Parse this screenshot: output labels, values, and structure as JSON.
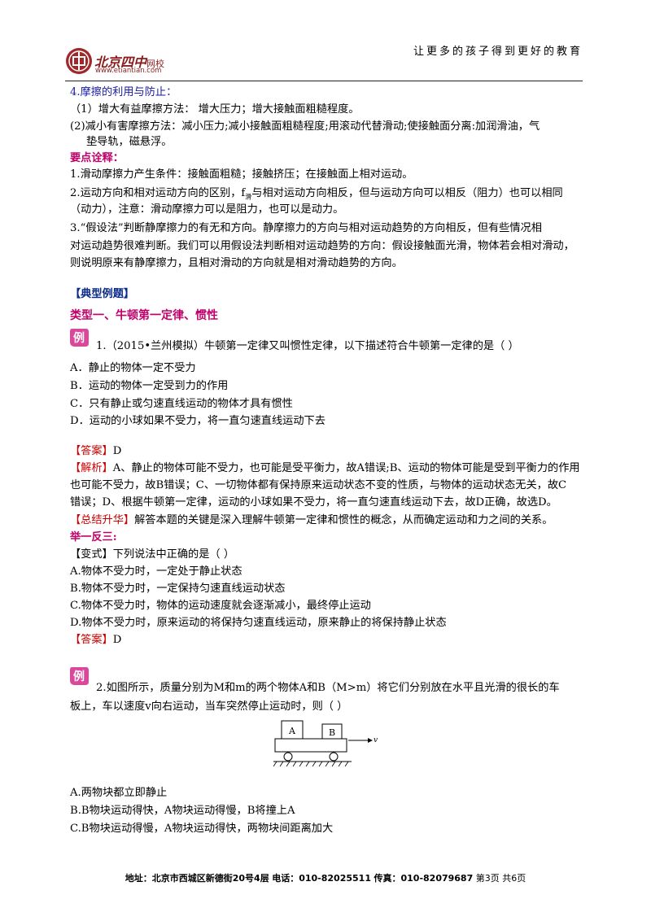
{
  "header": {
    "slogan": "让更多的孩子得到更好的教育",
    "logo_name": "北京四中",
    "logo_wangxiao": "网校",
    "logo_url": "www.etiantian.com",
    "brand_color": "#8a1c1c"
  },
  "section4": {
    "title": "4.摩擦的利用与防止：",
    "item1": "（1）增大有益摩擦方法：  增大压力；增大接触面粗糙程度。",
    "item2a": "(2)减小有害摩擦方法：减小压力;减小接触面粗糙程度;用滚动代替滑动;使接触面分离:加润滑油，气",
    "item2b": "垫导轨，磁悬浮。"
  },
  "keypoints": {
    "title": "要点诠释：",
    "p1": "1.滑动摩擦力产生条件：接触面粗糙；接触挤压；在接触面上相对运动。",
    "p2a_pre": "2.运动方向和相对运动方向的区别，f",
    "p2a_sub": "滑",
    "p2a_post": "与相对运动方向相反，但与运动方向可以相反（阻力）也可以相同",
    "p2b": "（动力），注意：滑动摩擦力可以是阻力，也可以是动力。",
    "p3a": "3.“假设法”判断静摩擦力的有无和方向。静摩擦力的方向与相对运动趋势的方向相反，但有些情况相",
    "p3b": "对运动趋势很难判断。我们可以用假设法判断相对运动趋势的方向：假设接触面光滑，物体若会相对滑动，",
    "p3c": "则说明原来有静摩擦力，且相对滑动的方向就是相对滑动趋势的方向。"
  },
  "examples": {
    "title": "【典型例题】",
    "type1": "类型一、牛顿第一定律、惯性",
    "badge": "例",
    "q1": "1.（2015•兰州模拟）牛顿第一定律又叫惯性定律，以下描述符合牛顿第一定律的是（      ）",
    "q1_options": [
      "A．静止的物体一定不受力",
      "B．运动的物体一定受到力的作用",
      "C．只有静止或匀速直线运动的物体才具有惯性",
      "D．运动的小球如果不受力，将一直匀速直线运动下去"
    ],
    "q1_answer_label": "【答案】",
    "q1_answer": "D",
    "q1_analysis_label": "【解析】",
    "q1_analysis_a": "A、静止的物体可能不受力，也可能是受平衡力，故A错误;B、运动的物体可能是受到平衡力的作用",
    "q1_analysis_b": "也可能不受力，故B错误；C、一切物体都有保持原来运动状态不变的性质，与物体的运动状态无关，故C",
    "q1_analysis_c": "错误；D、根据牛顿第一定律，运动的小球如果不受力，将一直匀速直线运动下去，故D正确，故选D。",
    "q1_summary_label": "【总结升华】",
    "q1_summary": "解答本题的关键是深入理解牛顿第一定律和惯性的概念，从而确定运动和力之间的关系。",
    "jyfs": "举一反三:",
    "bs_label": "【变式】",
    "bs_q": "下列说法中正确的是（      ）",
    "bs_options": [
      "A.物体不受力时，一定处于静止状态",
      "B.物体不受力时，一定保持匀速直线运动状态",
      "C.物体不受力时，物体的运动速度就会逐渐减小，最终停止运动",
      "D.物体不受力时，原来运动的将保持匀速直线运动，原来静止的将保持静止状态"
    ],
    "bs_answer_label": "【答案】",
    "bs_answer": "D",
    "q2a": "2.如图所示，质量分别为M和m的两个物体A和B（M>m）将它们分别放在水平且光滑的很长的车",
    "q2b": "板上，车以速度v向右运动，当车突然停止运动时，则（      ）",
    "fig_label_a": "A",
    "fig_label_b": "B",
    "fig_label_v": "v",
    "q2_options": [
      "A.两物块都立即静止",
      "B.B物块运动得快，A物块运动得慢，B将撞上A",
      "C.B物块运动得慢，A物块运动得快，两物块间距离加大"
    ]
  },
  "footer": {
    "address_label": "地址：",
    "address": "北京市西城区新德街20号4层",
    "tel_label": "电话：",
    "tel": "010-82025511",
    "fax_label": "传真：",
    "fax": "010-82079687",
    "page": "第3页  共6页"
  }
}
